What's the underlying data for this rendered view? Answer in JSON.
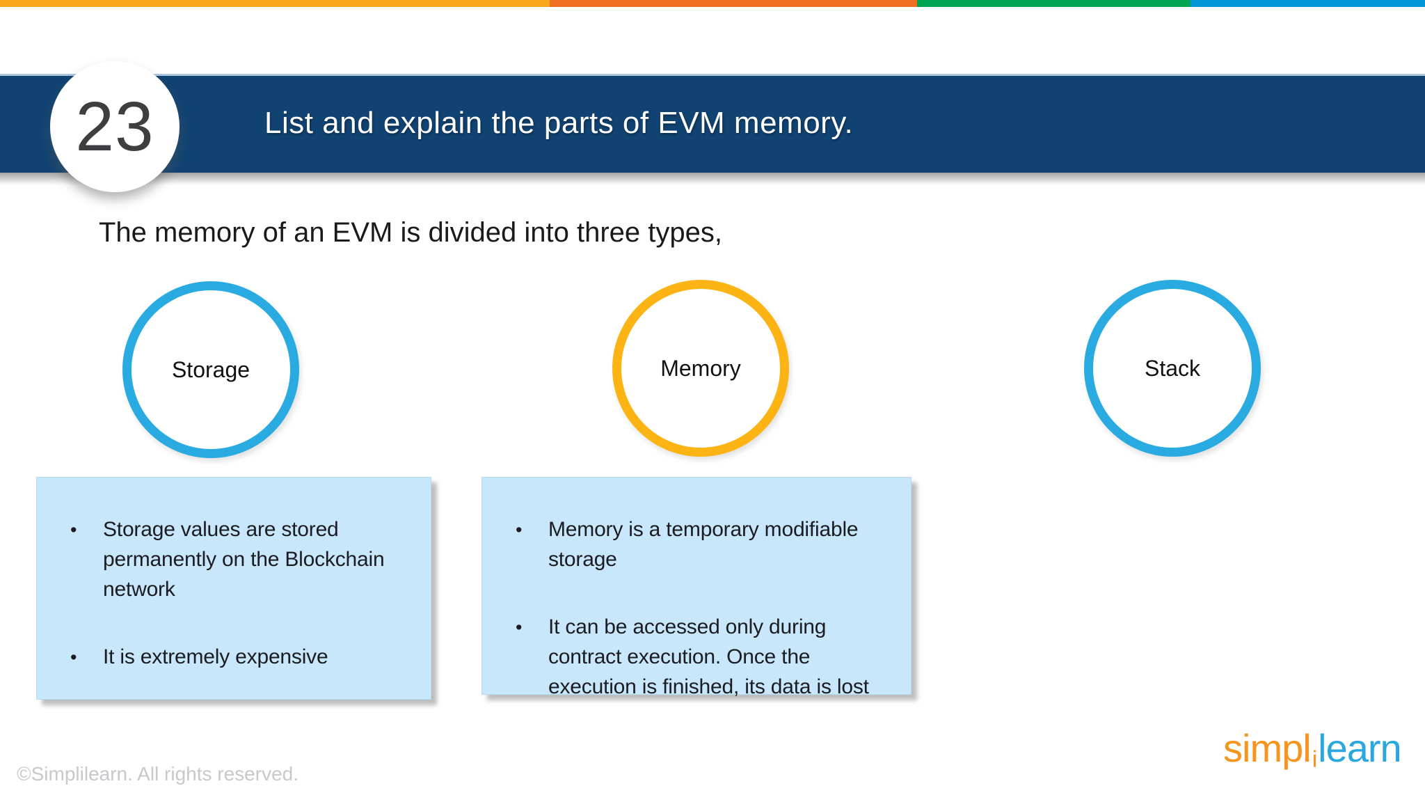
{
  "top_bar": {
    "colors": [
      "#F8A71B",
      "#F06F22",
      "#00A551",
      "#0096D9"
    ]
  },
  "header": {
    "number": "23",
    "title": "List and explain the parts of EVM memory.",
    "band_color": "#114372"
  },
  "intro": {
    "text": "The memory of an EVM is divided into three types,"
  },
  "circles": [
    {
      "label": "Storage",
      "ring_color": "#29ABE2"
    },
    {
      "label": "Memory",
      "ring_color": "#FBB414"
    },
    {
      "label": "Stack",
      "ring_color": "#29ABE2"
    }
  ],
  "boxes": [
    {
      "bullets": [
        "Storage values are stored permanently on the Blockchain network",
        "It is extremely expensive"
      ],
      "bg_color": "#C8E7FA"
    },
    {
      "bullets": [
        "Memory is a temporary modifiable storage",
        "It can be accessed only during contract execution. Once the execution is finished, its data is lost"
      ],
      "bg_color": "#C8E7FA"
    }
  ],
  "footer": {
    "copyright": "©Simplilearn. All rights reserved.",
    "logo": {
      "part1": "simpl",
      "part2": "i",
      "part3": "learn",
      "orange": "#F7941E",
      "blue": "#29A7DE"
    }
  }
}
